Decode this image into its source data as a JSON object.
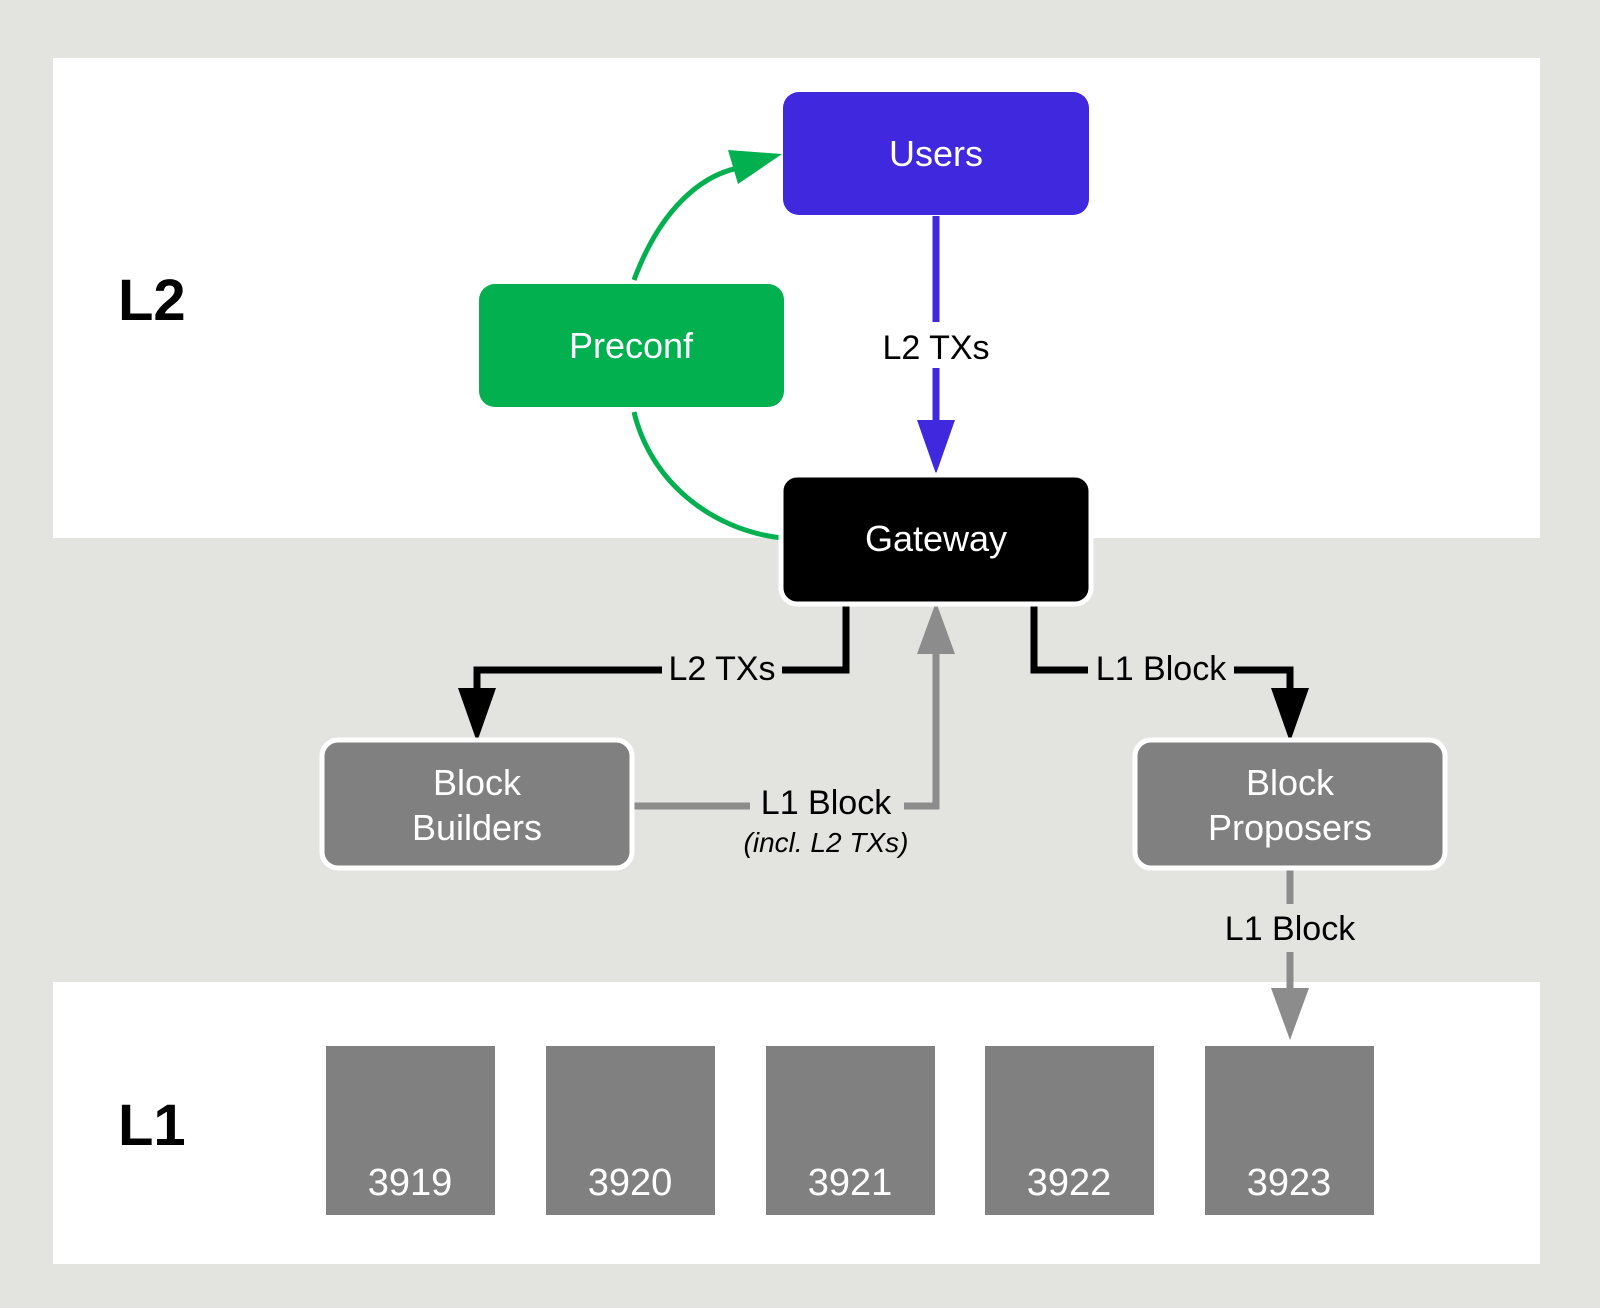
{
  "layers": {
    "l2": "L2",
    "l1": "L1"
  },
  "nodes": {
    "users": "Users",
    "preconf": "Preconf",
    "gateway": "Gateway",
    "block_builders_line1": "Block",
    "block_builders_line2": "Builders",
    "block_proposers_line1": "Block",
    "block_proposers_line2": "Proposers"
  },
  "edges": {
    "users_to_gateway": "L2 TXs",
    "gateway_to_builders": "L2 TXs",
    "builders_to_gateway": "L1 Block",
    "builders_to_gateway_note": "(incl. L2 TXs)",
    "gateway_to_proposers": "L1 Block",
    "proposers_to_l1": "L1 Block"
  },
  "l1_blocks": [
    "3919",
    "3920",
    "3921",
    "3922",
    "3923"
  ],
  "colors": {
    "background": "#e3e3df",
    "panel": "#ffffff",
    "users": "#3f28dd",
    "preconf": "#03b04f",
    "gateway": "#000000",
    "block_node": "#808080",
    "gray_arrow": "#8c8c8c"
  }
}
